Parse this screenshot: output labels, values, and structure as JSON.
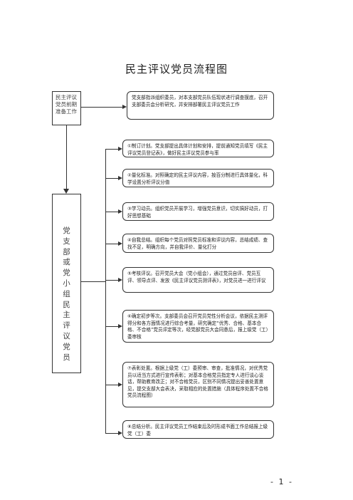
{
  "title": "民主评议党员流程图",
  "left_column": {
    "top_label": "民主评议党员前期准备工作",
    "main_label": "党\n支\n部\n或\n党\n小\n组\n民\n主\n评\n议\n党\n员"
  },
  "intro_box": "党支部指派组织委员，对本支部党员队伍现状进行调查摸底，召开支部委员会分析研究，并安排部署民主评议党员工作",
  "steps": [
    "①制订计划。党支部提出具体计划和安排，提前通知党员填写《民主评议党员登记表》，做好民主评议党员参与率",
    "②量化标准。对照确定的民主评议内容，按百分制进行具体量化，科学设置分析评议分值",
    "③学习动员。组织党员开展学习，增强党员意识，切实搞好动员，打好思想基础",
    "④自我总结。组织每个党员对照党员标准和评议内容，总结成绩、查找不足，明确方向，并自我评价、量化打分",
    "⑤考核评议。召开党员大会（党小组会），通过党员自评、党员互评、领导点评、发放《民主评议党员测评表》，对党员进一进行评议",
    "⑥确定初步等次。支部委员会召开党员党性分析会议，依据民主测评得分和各方面情况进行综合考量，研究确定“优秀、合格、基本合格、不合格”党员评定等次，经党部党员大会同意后，报上级党（工）委审核",
    "⑦表彰处置。根据上级党（工）委预审、审查，批准情况，对优秀党员以适当方式进行宣传表彰；对基本合格党员指定专人进行谈心谈话，帮助教育改正；对不合格党员，区别不同情况提出妥善处置意见，提交支部大会表决，采取相应的处置措施（具体程序处置不合格党员流程图）",
    "⑧总结分析。民主评议党员工作结束后及时形成书面工作总结报上级党（工）委"
  ],
  "page_number": "- 1 -"
}
